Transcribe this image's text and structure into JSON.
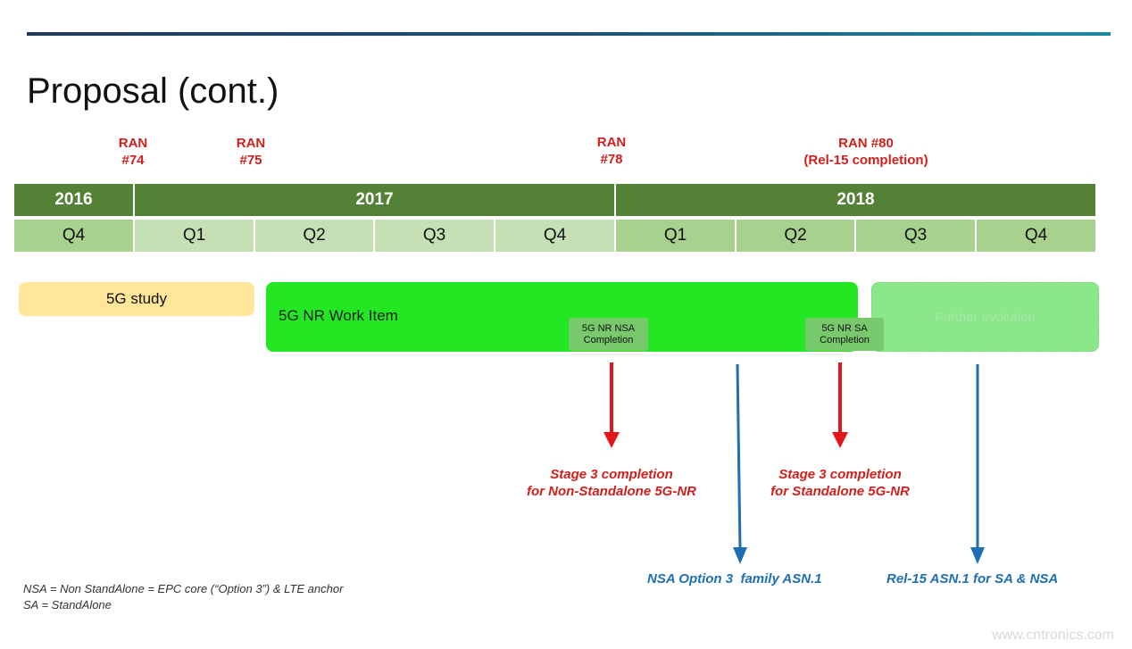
{
  "title": "Proposal (cont.)",
  "ran_meetings": [
    {
      "label": "RAN\n#74"
    },
    {
      "label": "RAN\n#75"
    },
    {
      "label": "RAN\n#78"
    },
    {
      "label": "RAN #80\n(Rel-15 completion)"
    }
  ],
  "years": [
    "2016",
    "2017",
    "2018"
  ],
  "quarters": [
    "Q4",
    "Q1",
    "Q2",
    "Q3",
    "Q4",
    "Q1",
    "Q2",
    "Q3",
    "Q4"
  ],
  "bars": {
    "study": "5G study",
    "work_item": "5G NR Work Item",
    "further": "Further evolution"
  },
  "milestones": {
    "nsa": "5G NR NSA\nCompletion",
    "sa": "5G NR SA\nCompletion"
  },
  "arrows": {
    "nsa_stage3": "Stage 3 completion\nfor Non-Standalone 5G-NR",
    "sa_stage3": "Stage 3 completion\nfor Standalone 5G-NR",
    "nsa_asn": "NSA Option 3  family ASN.1",
    "rel15_asn": "Rel-15 ASN.1 for SA & NSA"
  },
  "notes": {
    "nsa": "NSA = Non StandAlone = EPC core (“Option 3”) & LTE anchor",
    "sa": "SA = StandAlone"
  },
  "watermark": "www.cntronics.com",
  "colors": {
    "red": "#d0201e",
    "blue": "#1f6fb5",
    "year_green": "#538135",
    "work_item_green": "#22e722"
  }
}
